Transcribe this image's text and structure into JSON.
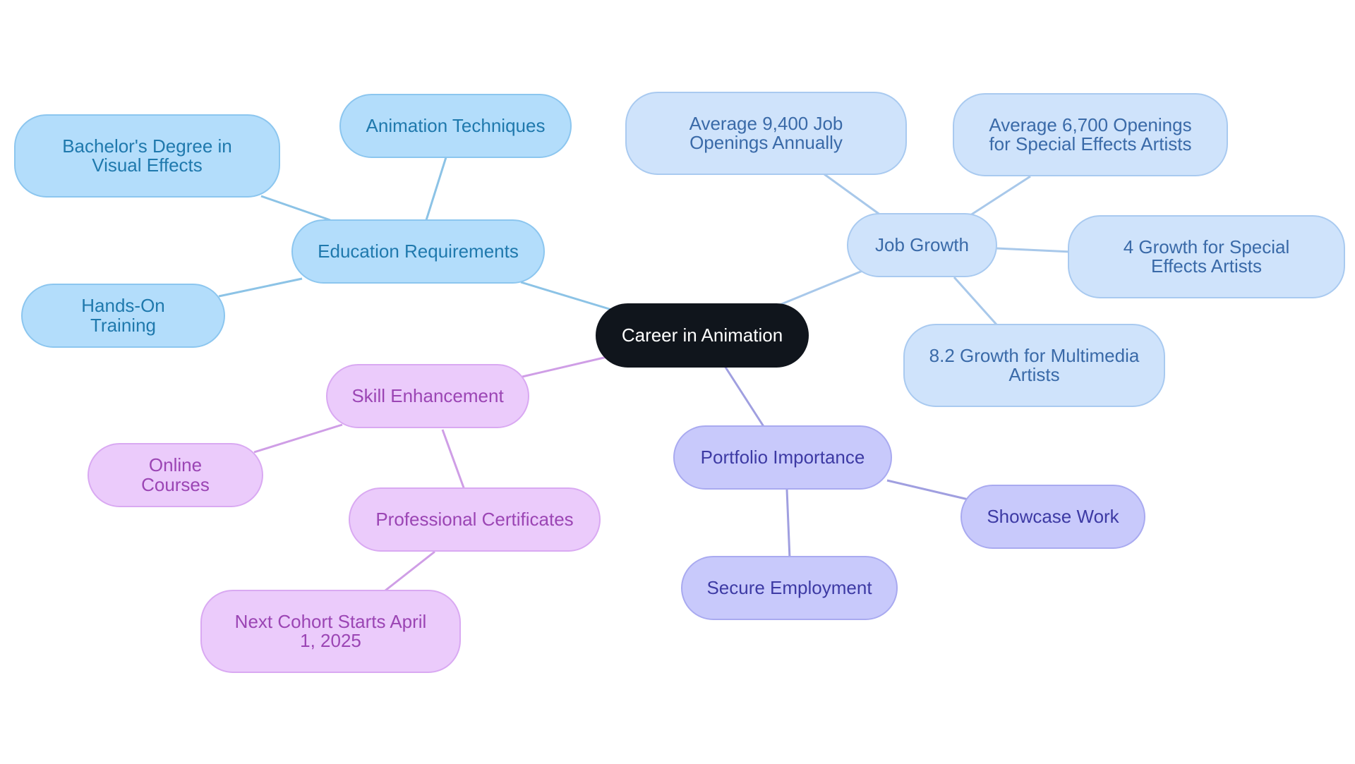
{
  "diagram": {
    "root": {
      "label": "Career in Animation"
    },
    "branches": {
      "education": {
        "label": "Education Requirements",
        "color": "#8cc3e6",
        "children": [
          "Animation Techniques",
          "Bachelor's Degree in Visual Effects",
          "Hands-On Training"
        ]
      },
      "job_growth": {
        "label": "Job Growth",
        "color": "#a8c8ea",
        "children": [
          "Average 9,400 Job Openings Annually",
          "Average 6,700 Openings for Special Effects Artists",
          "4 Growth for Special Effects Artists",
          "8.2 Growth for Multimedia Artists"
        ]
      },
      "skill": {
        "label": "Skill Enhancement",
        "color": "#cf9ee6",
        "children": [
          "Online Courses",
          "Professional Certificates"
        ],
        "grandchildren": [
          "Next Cohort Starts April 1, 2025"
        ]
      },
      "portfolio": {
        "label": "Portfolio Importance",
        "color": "#a09fe0",
        "children": [
          "Showcase Work",
          "Secure Employment"
        ]
      }
    }
  }
}
